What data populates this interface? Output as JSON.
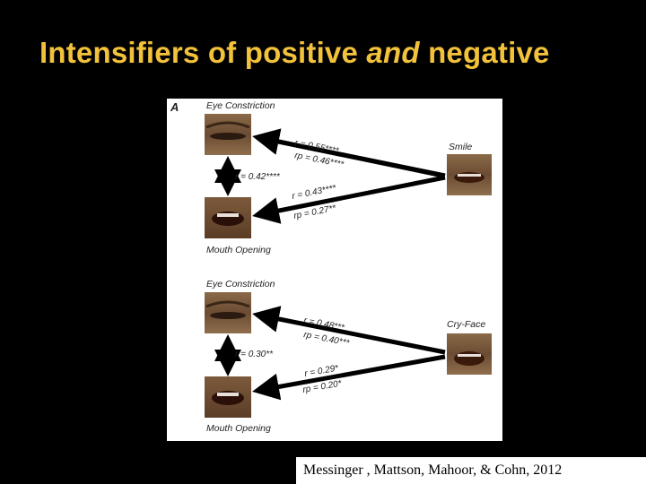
{
  "slide": {
    "title_part1": "Intensifiers of positive ",
    "title_emphasis": "and",
    "title_part2": " negative",
    "citation": "Messinger , Mattson, Mahoor, & Cohn,  2012"
  },
  "figure": {
    "panel_label": "A",
    "top": {
      "eye_label": "Eye Constriction",
      "mouth_label": "Mouth Opening",
      "target_label": "Smile",
      "between_r": "r = 0.42****",
      "eye_r": "r = 0.55****",
      "eye_rp": "rp = 0.46****",
      "mouth_r": "r = 0.43****",
      "mouth_rp": "rp = 0.27**"
    },
    "bottom": {
      "eye_label": "Eye Constriction",
      "mouth_label": "Mouth Opening",
      "target_label": "Cry-Face",
      "between_r": "r = 0.30**",
      "eye_r": "r = 0.48***",
      "eye_rp": "rp = 0.40***",
      "mouth_r": "r = 0.29*",
      "mouth_rp": "rp = 0.20*"
    }
  },
  "colors": {
    "title": "#f2c23a",
    "background": "#000000",
    "panel": "#ffffff"
  }
}
